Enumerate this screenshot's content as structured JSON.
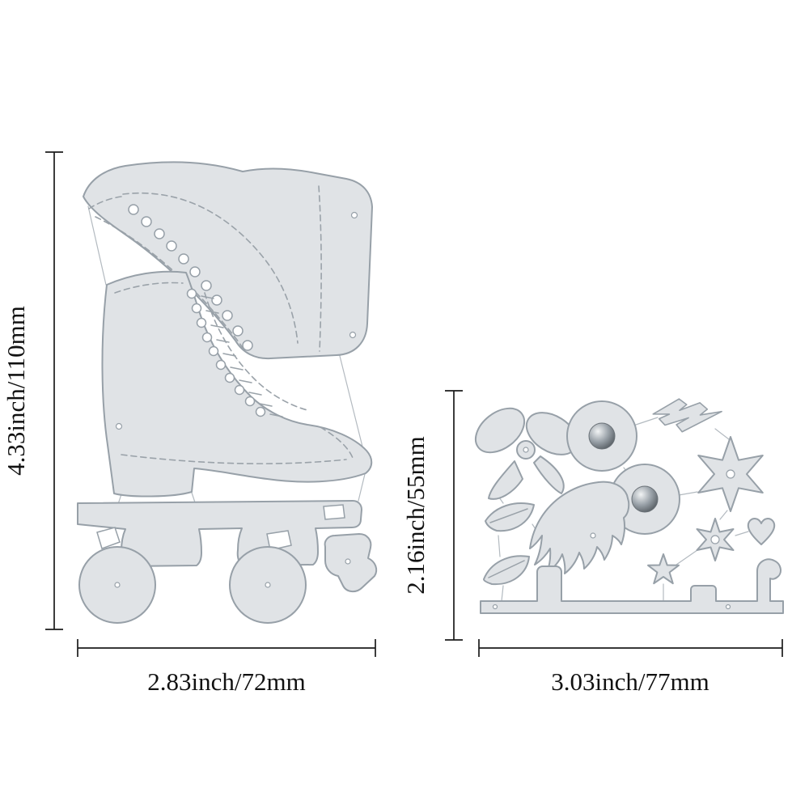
{
  "figure": {
    "type": "die-cut-product-dimension-diagram",
    "skate_die": {
      "height_label": "4.33inch/110mm",
      "width_label": "2.83inch/72mm",
      "parts": [
        "boot-top",
        "boot-bottom",
        "truck-plate",
        "wheel-left",
        "wheel-right",
        "toe-stop"
      ]
    },
    "accessory_die": {
      "height_label": "2.16inch/55mm",
      "width_label": "3.03inch/77mm",
      "parts": [
        "bow",
        "wheel-top",
        "wheel-bottom",
        "lightning-bolt",
        "big-flower",
        "leaf-upper",
        "leaf-lower",
        "angel-wing",
        "small-flower",
        "heart",
        "star",
        "blade-rail"
      ]
    }
  },
  "colors": {
    "background": "#ffffff",
    "die_fill": "#e0e3e6",
    "die_stroke": "#97a0a8",
    "dimension_line": "#1b1b1b",
    "label_text": "#111111"
  }
}
